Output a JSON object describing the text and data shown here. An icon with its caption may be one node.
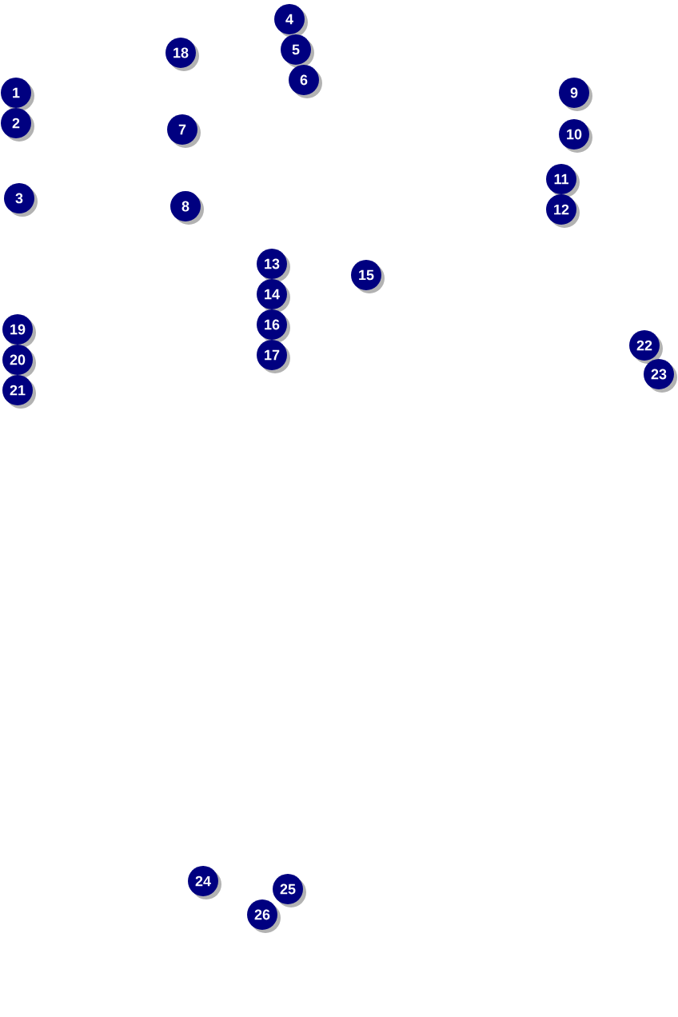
{
  "diagram": {
    "labels": [
      "1",
      "2",
      "3",
      "4",
      "5",
      "6",
      "7",
      "8",
      "9",
      "10",
      "11",
      "12",
      "13",
      "14",
      "15",
      "16",
      "17",
      "18",
      "19",
      "20",
      "21",
      "22",
      "23",
      "24",
      "25",
      "26"
    ]
  }
}
